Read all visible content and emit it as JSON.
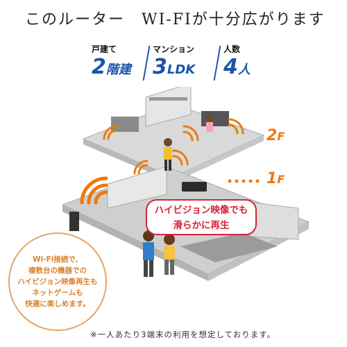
{
  "headline": "このルーター　WI-FIが十分広がります",
  "stats": [
    {
      "label": "戸建て",
      "value": "2",
      "value_suffix": "階建"
    },
    {
      "label": "マンション",
      "value": "3",
      "value_suffix": "LDK"
    },
    {
      "label": "人数",
      "value": "4",
      "value_suffix": "人"
    }
  ],
  "floors": {
    "upper": {
      "number": "2",
      "suffix": "F"
    },
    "lower": {
      "number": "1",
      "suffix": "F"
    }
  },
  "callout": {
    "line1": "ハイビジョン映像でも",
    "line2": "滑らかに再生"
  },
  "note": {
    "lines": [
      "Wi-Fi接続で、",
      "複数台の機器での",
      "ハイビジョン映像再生も",
      "ネットゲームも",
      "快適に楽しめます。"
    ]
  },
  "footnote": "※一人あたり3端末の利用を想定しております。",
  "colors": {
    "accent_blue": "#1a55a8",
    "accent_orange": "#ec7a10",
    "callout_red": "#d2233a",
    "note_orange": "#d88330"
  },
  "icons": [
    "wifi-signal-icon",
    "router-icon"
  ]
}
